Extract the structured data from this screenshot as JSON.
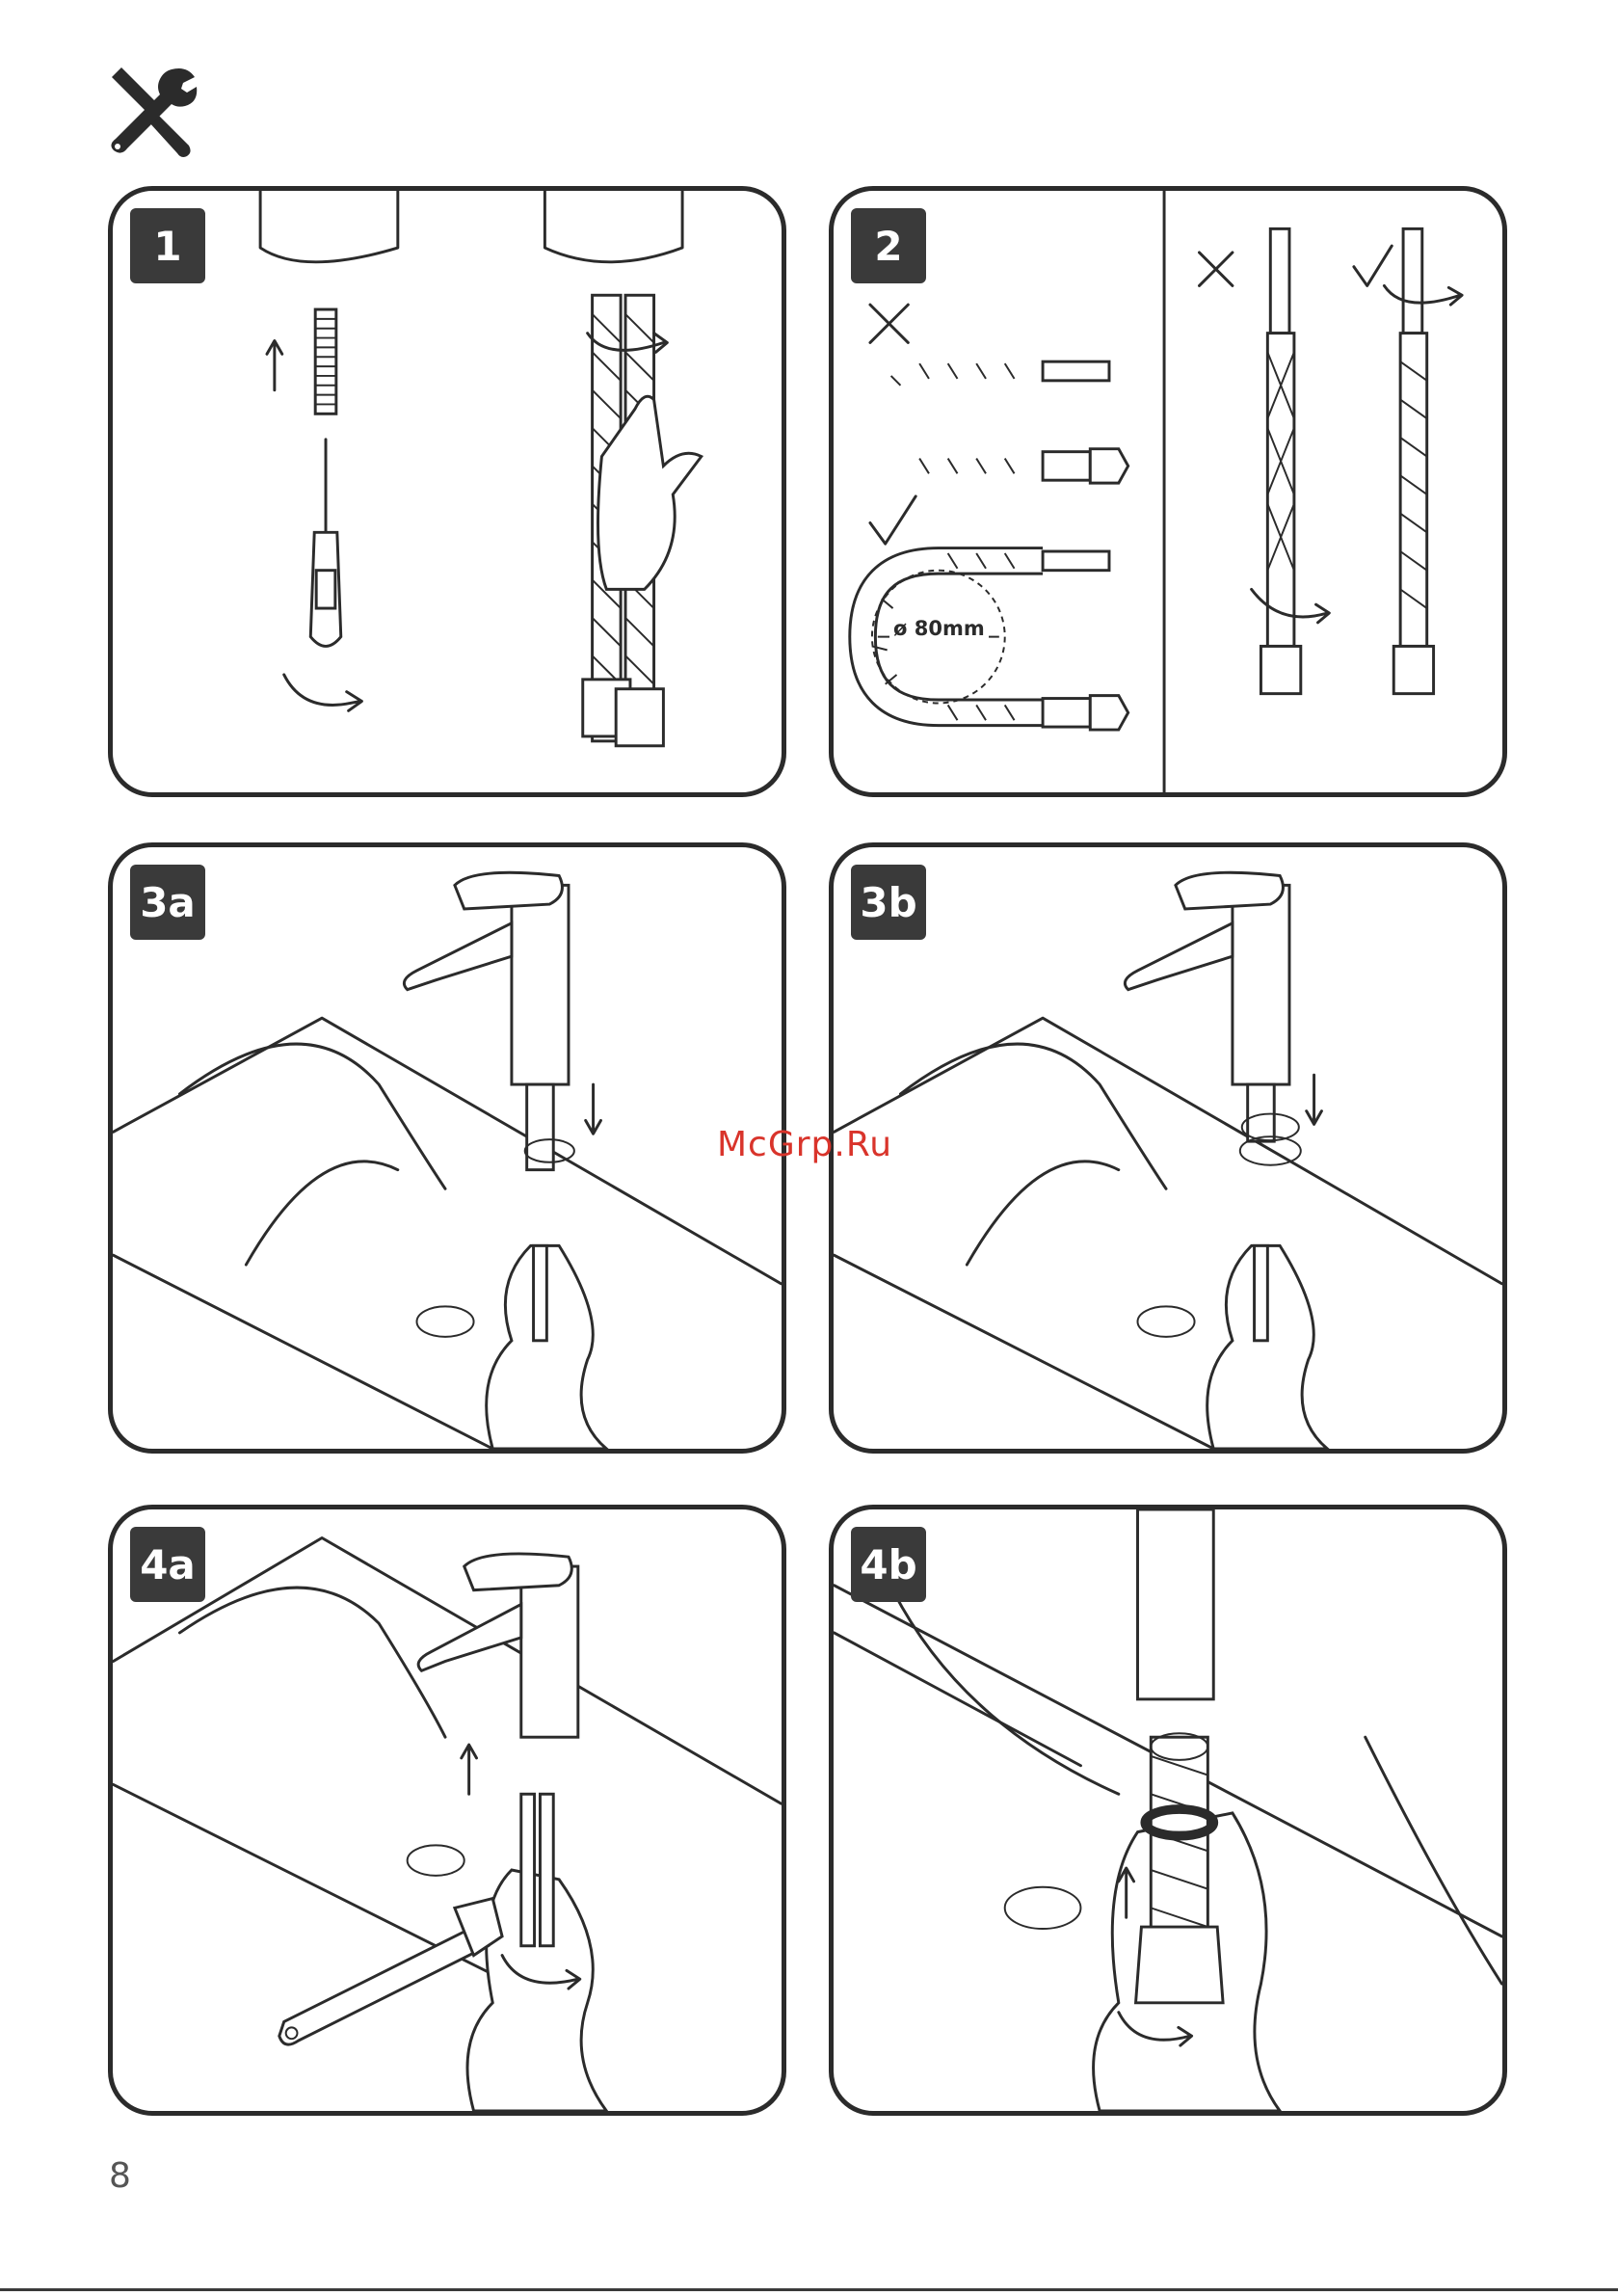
{
  "header": {
    "tools_icon": "wrench-screwdriver-icon"
  },
  "steps": [
    {
      "id": "1",
      "label": "1",
      "icons": [
        "screw-icon",
        "screwdriver-icon",
        "rotate-arrow-icon",
        "hose-icon",
        "hand-icon"
      ]
    },
    {
      "id": "2",
      "label": "2",
      "wrong_mark": "✕",
      "correct_mark": "✓",
      "dimension_label": "ø 80mm"
    },
    {
      "id": "3a",
      "label": "3a",
      "icons": [
        "faucet-icon",
        "basin-icon",
        "down-arrow-icon"
      ]
    },
    {
      "id": "3b",
      "label": "3b",
      "icons": [
        "faucet-icon",
        "basin-icon",
        "gasket-icon",
        "down-arrow-icon"
      ]
    },
    {
      "id": "4a",
      "label": "4a",
      "icons": [
        "faucet-icon",
        "wrench-icon",
        "up-arrow-icon",
        "rotate-arrow-icon"
      ]
    },
    {
      "id": "4b",
      "label": "4b",
      "icons": [
        "faucet-icon",
        "nut-icon",
        "up-arrow-icon",
        "rotate-arrow-icon"
      ]
    }
  ],
  "watermark": "McGrp.Ru",
  "page_number": "8",
  "colors": {
    "ink": "#2b2b2b",
    "badge": "#3a3a3a",
    "watermark": "#d9342b"
  }
}
